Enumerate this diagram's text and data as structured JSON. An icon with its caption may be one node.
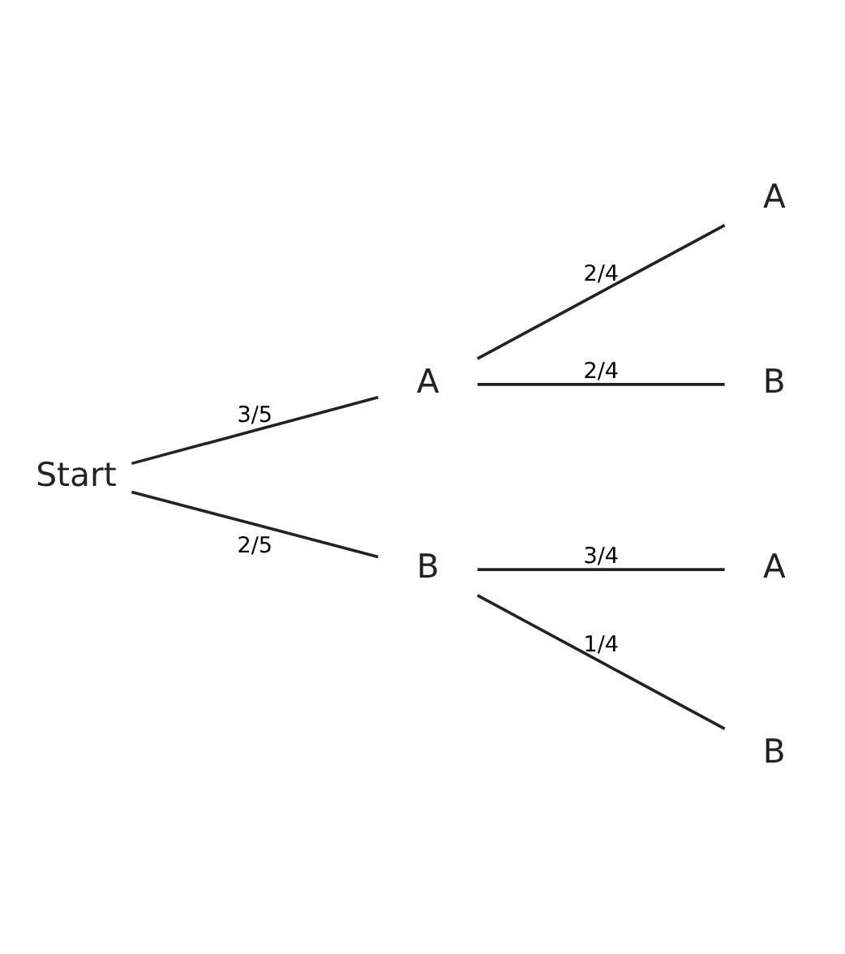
{
  "diagram": {
    "nodes": [
      {
        "text": [
          "Start"
        ]
      },
      {
        "text": [
          "A"
        ]
      },
      {
        "text": [
          "B"
        ]
      },
      {
        "text": [
          "A"
        ]
      },
      {
        "text": [
          "B"
        ]
      },
      {
        "text": [
          "A"
        ]
      },
      {
        "text": [
          "B"
        ]
      }
    ],
    "edges": [
      {
        "from": 0,
        "to": 1,
        "arrow": "none",
        "label": "3/5"
      },
      {
        "from": 0,
        "to": 2,
        "arrow": "none",
        "label": "2/5"
      },
      {
        "from": 1,
        "to": 3,
        "arrow": "none",
        "label": "2/4"
      },
      {
        "from": 1,
        "to": 4,
        "arrow": "none",
        "label": "2/4"
      },
      {
        "from": 2,
        "to": 5,
        "arrow": "none",
        "label": "3/4"
      },
      {
        "from": 2,
        "to": 6,
        "arrow": "none",
        "label": "1/4"
      }
    ]
  }
}
